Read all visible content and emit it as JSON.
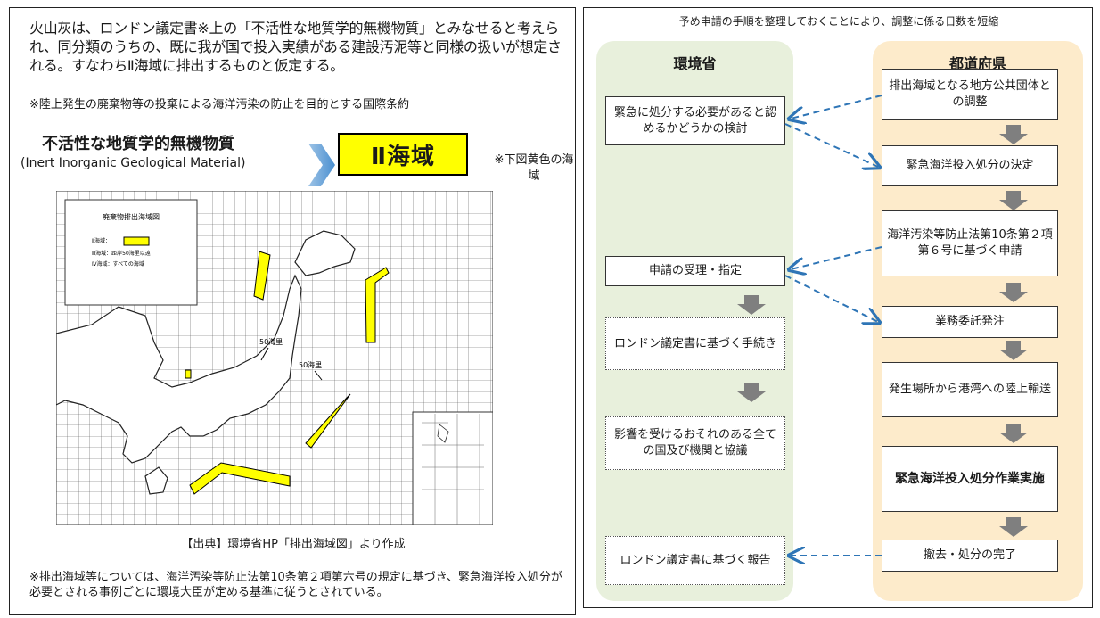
{
  "left": {
    "intro": "火山灰は、ロンドン議定書※上の「不活性な地質学的無機物質」とみなせると考えられ、同分類のうちの、既に我が国で投入実績がある建設汚泥等と同様の扱いが想定される。すなわちⅡ海域に排出するものと仮定する。",
    "note1": "※陸上発生の廃棄物等の投棄による海洋汚染の防止を目的とする国際条約",
    "material_title": "不活性な地質学的無機物質",
    "material_sub": "(Inert Inorganic Geological Material)",
    "zone_label": "Ⅱ海域",
    "zone_note": "※下図黄色の海域",
    "map": {
      "legend_title": "廃棄物排出海域図",
      "legend_zone2": "Ⅱ海域：",
      "legend_zone3": "Ⅲ海域：距岸50海里以遠",
      "legend_zone4": "Ⅳ海域：すべての海域",
      "label_50a": "50海里",
      "label_50b": "50海里"
    },
    "source": "【出典】環境省HP「排出海域図」より作成",
    "note2": "※排出海域等については、海洋汚染等防止法第10条第２項第六号の規定に基づき、緊急海洋投入処分が必要とされる事例ごとに環境大臣が定める基準に従うとされている。"
  },
  "right": {
    "title": "予め申請の手順を整理しておくことにより、調整に係る日数を短縮",
    "env_header": "環境省",
    "pref_header": "都道府県",
    "env_steps": [
      "緊急に処分する必要があると認めるかどうかの検討",
      "申請の受理・指定",
      "ロンドン議定書に基づく手続き",
      "影響を受けるおそれのある全ての国及び機関と協議",
      "ロンドン議定書に基づく報告"
    ],
    "pref_steps": [
      "排出海域となる地方公共団体との調整",
      "緊急海洋投入処分の決定",
      "海洋汚染等防止法第10条第２項第６号に基づく申請",
      "業務委託発注",
      "発生場所から港湾への陸上輸送",
      "緊急海洋投入処分作業実施",
      "撤去・処分の完了"
    ]
  },
  "colors": {
    "zone_yellow": "#ffff00",
    "env_bg": "#e8f0dc",
    "pref_bg": "#fdebcb",
    "connector_blue": "#2e75b6",
    "arrow_gray": "#7f7f7f"
  }
}
